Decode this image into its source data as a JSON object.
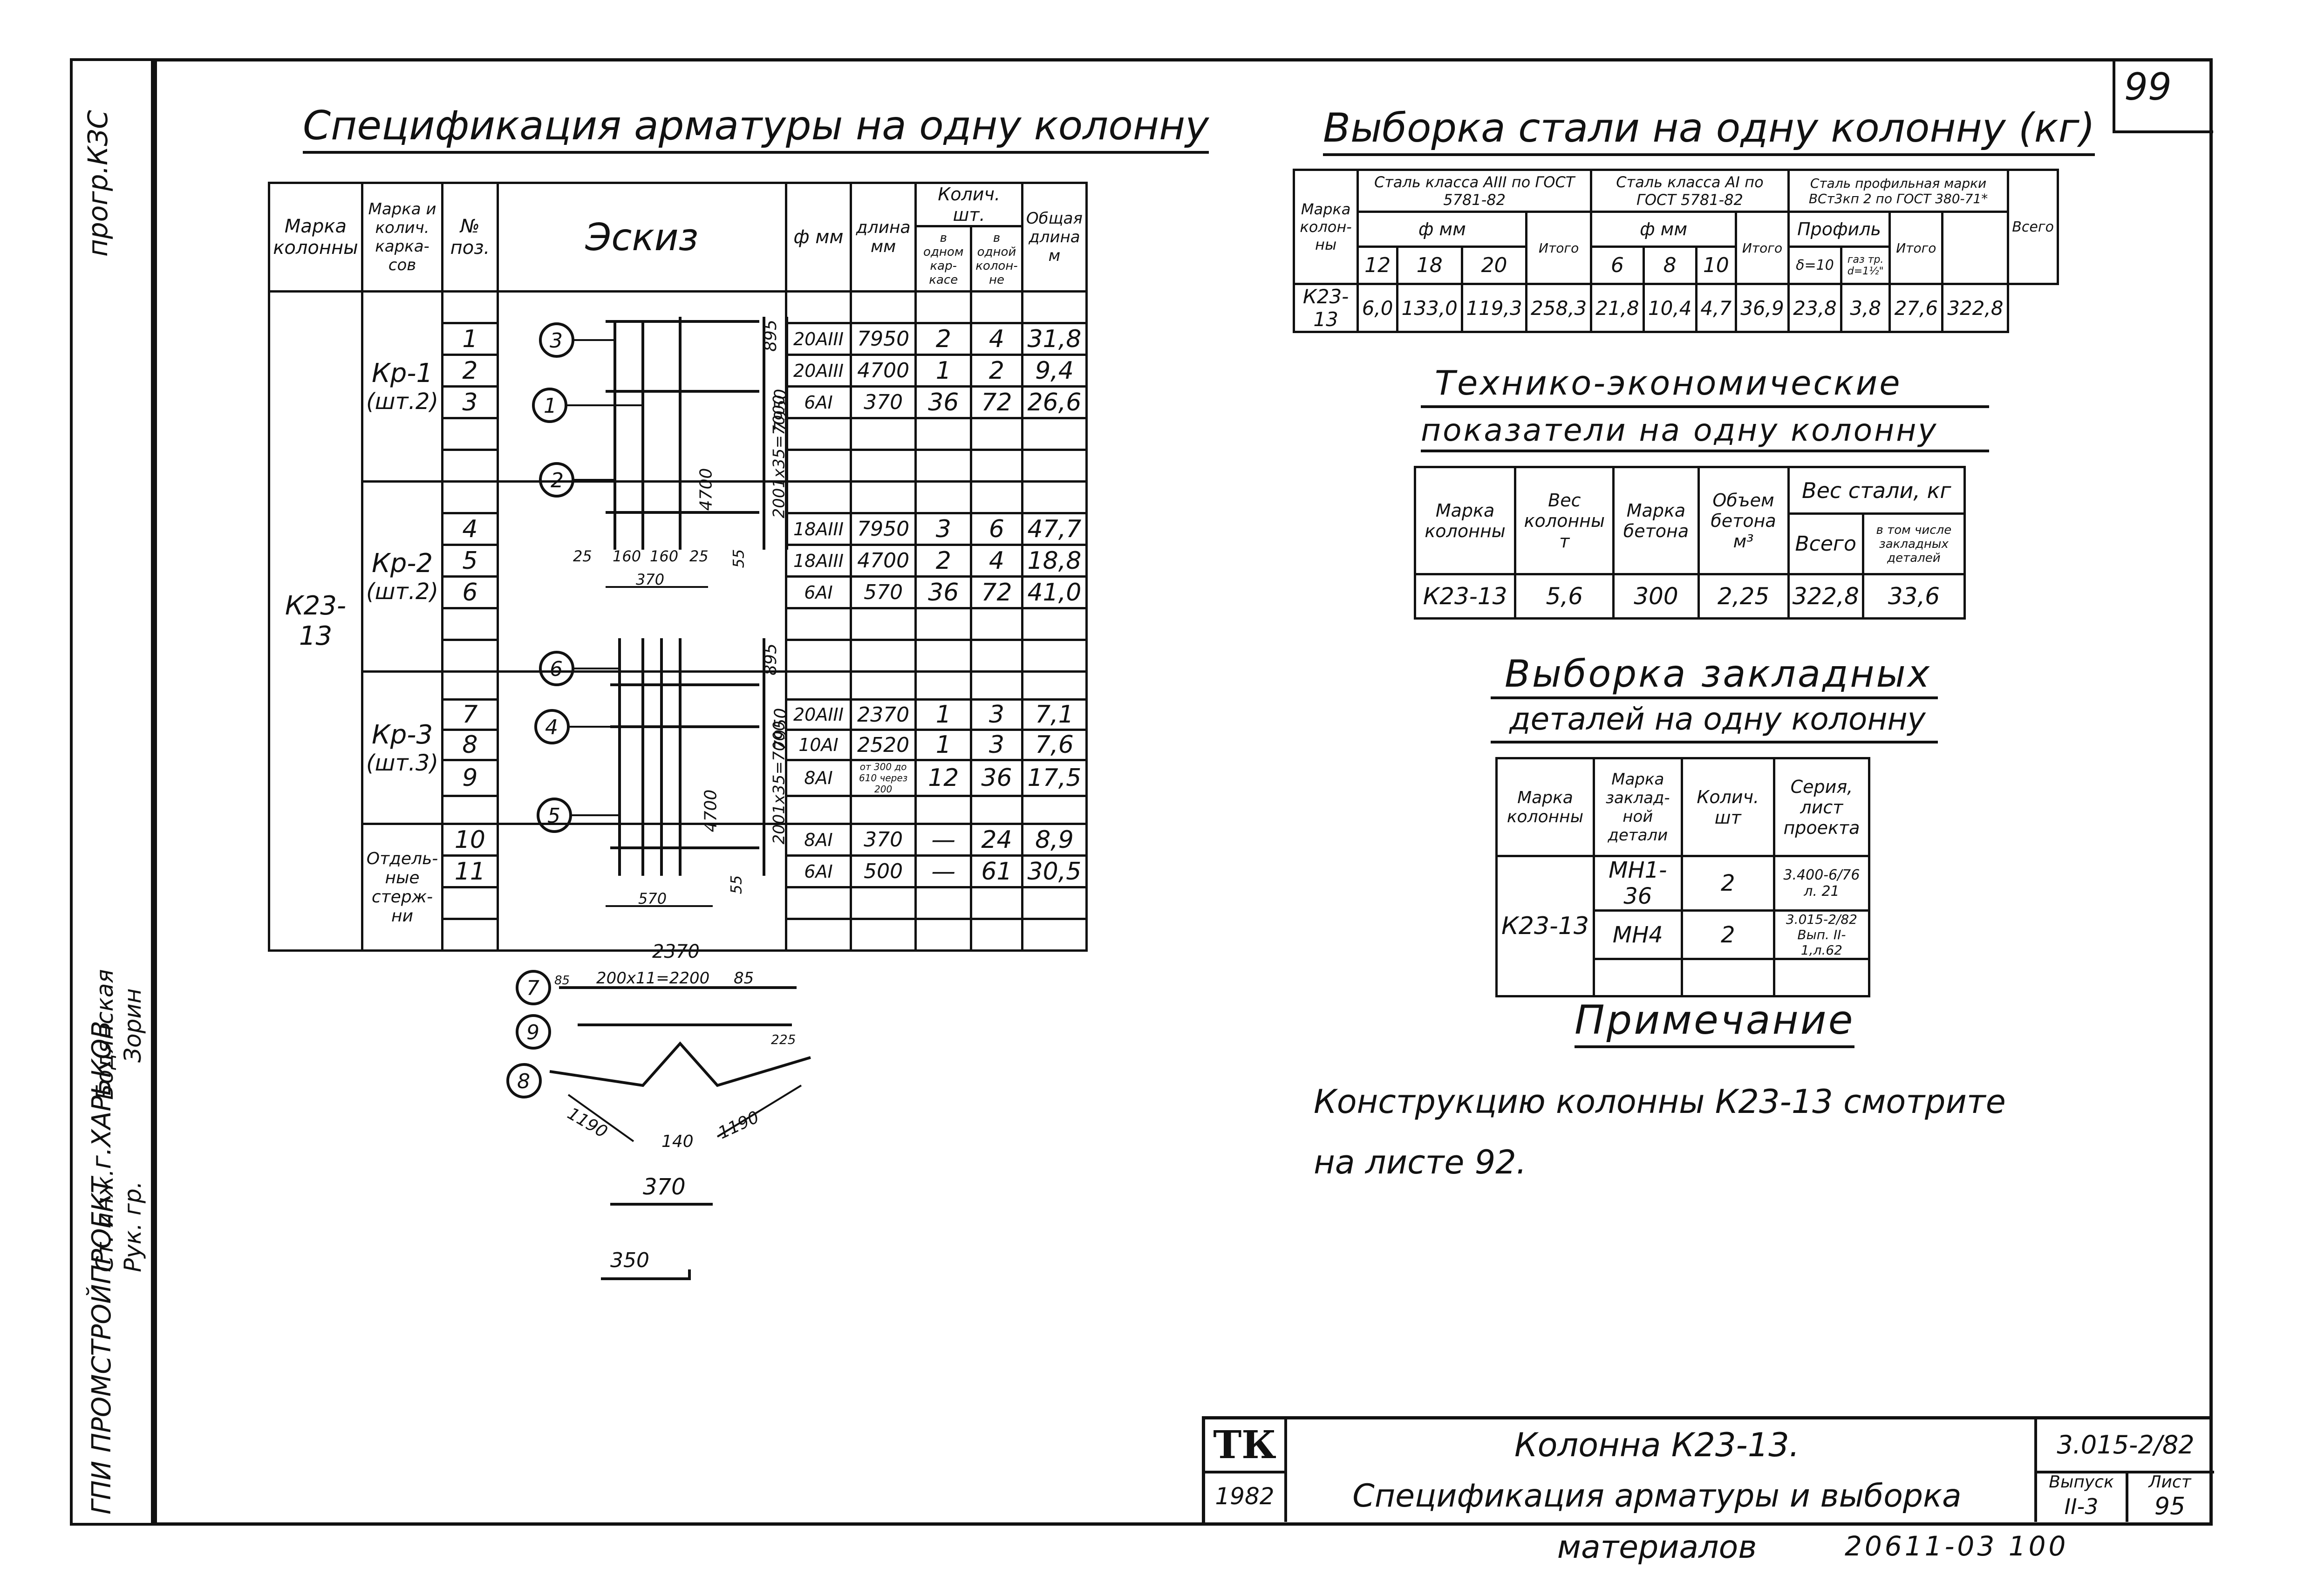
{
  "page_number": "99",
  "stamp_bottom": "20611-03   100",
  "side": {
    "top": "прогр.КЗС",
    "org": "ГПИ ПРОМСТРОЙПРОЕКТ г.ХАРЬКОВ",
    "roles": [
      "Рук. гр.",
      "Ст. инж."
    ],
    "names": [
      "Зорин",
      "Бодянская"
    ]
  },
  "spec": {
    "title": "Спецификация арматуры на одну колонну",
    "headers": {
      "mark": "Марка колонны",
      "frame_mark": "Марка и колич. карка-сов",
      "pos": "№ поз.",
      "sketch": "Эскиз",
      "phi": "ф мм",
      "length": "длина мм",
      "qty": "Колич. шт.",
      "qty_frame": "в одном кар-касе",
      "qty_col": "в одной колон-не",
      "total_len": "Общая длина м"
    },
    "column_mark": "К23-13",
    "groups": [
      {
        "frame": "Кр-1",
        "count": "(шт.2)",
        "rows": [
          {
            "pos": "1",
            "phi": "20АIII",
            "len": "7950",
            "qf": "2",
            "qc": "4",
            "tot": "31,8"
          },
          {
            "pos": "2",
            "phi": "20АIII",
            "len": "4700",
            "qf": "1",
            "qc": "2",
            "tot": "9,4"
          },
          {
            "pos": "3",
            "phi": "6АI",
            "len": "370",
            "qf": "36",
            "qc": "72",
            "tot": "26,6"
          }
        ]
      },
      {
        "frame": "Кр-2",
        "count": "(шт.2)",
        "rows": [
          {
            "pos": "4",
            "phi": "18АIII",
            "len": "7950",
            "qf": "3",
            "qc": "6",
            "tot": "47,7"
          },
          {
            "pos": "5",
            "phi": "18АIII",
            "len": "4700",
            "qf": "2",
            "qc": "4",
            "tot": "18,8"
          },
          {
            "pos": "6",
            "phi": "6АI",
            "len": "570",
            "qf": "36",
            "qc": "72",
            "tot": "41,0"
          }
        ]
      },
      {
        "frame": "Кр-3",
        "count": "(шт.3)",
        "rows": [
          {
            "pos": "7",
            "phi": "20АIII",
            "len": "2370",
            "qf": "1",
            "qc": "3",
            "tot": "7,1"
          },
          {
            "pos": "8",
            "phi": "10АI",
            "len": "2520",
            "qf": "1",
            "qc": "3",
            "tot": "7,6"
          },
          {
            "pos": "9",
            "phi": "8АI",
            "len": "от 300 до 610 через 200",
            "qf": "12",
            "qc": "36",
            "tot": "17,5"
          }
        ]
      },
      {
        "frame": "Отдель-ные стерж-ни",
        "count": "",
        "rows": [
          {
            "pos": "10",
            "phi": "8АI",
            "len": "370",
            "qf": "—",
            "qc": "24",
            "tot": "8,9"
          },
          {
            "pos": "11",
            "phi": "6АI",
            "len": "500",
            "qf": "—",
            "qc": "61",
            "tot": "30,5"
          }
        ]
      }
    ],
    "sketch_dims": {
      "kr1": [
        "895",
        "2001х35=7000",
        "7950",
        "4700",
        "25",
        "160",
        "160",
        "25",
        "370",
        "55"
      ],
      "kr2": [
        "895",
        "2001х35=7000",
        "7950",
        "4700",
        "55",
        "570"
      ],
      "kr3": [
        "2370",
        "200х11=2200",
        "85",
        "85",
        "225",
        "1190",
        "140",
        "1190"
      ],
      "rod10": "370",
      "rod11": "350"
    }
  },
  "steel": {
    "title": "Выборка стали на одну колонну (кг)",
    "h_mark": "Марка колон-ны",
    "h_a3": "Сталь класса АIII по ГОСТ 5781-82",
    "h_a1": "Сталь класса АI по ГОСТ 5781-82",
    "h_prof": "Сталь профильная марки ВСт3кп 2 по ГОСТ 380-71*",
    "h_phi": "ф мм",
    "h_profile": "Профиль",
    "h_total": "Итого",
    "h_all": "Всего",
    "a3_d": [
      "12",
      "18",
      "20"
    ],
    "a1_d": [
      "6",
      "8",
      "10"
    ],
    "prof_d": [
      "δ=10",
      "газ тр. d=1½\""
    ],
    "row": [
      "К23-13",
      "6,0",
      "133,0",
      "119,3",
      "258,3",
      "21,8",
      "10,4",
      "4,7",
      "36,9",
      "23,8",
      "3,8",
      "27,6",
      "322,8"
    ]
  },
  "tech": {
    "title1": "Технико-экономические",
    "title2": "показатели на одну колонну",
    "h_mark": "Марка колонны",
    "h_weight": "Вес колонны т",
    "h_concrete": "Марка бетона",
    "h_volume": "Объем бетона м³",
    "h_steel": "Вес стали, кг",
    "h_all": "Всего",
    "h_emb": "в том числе закладных деталей",
    "row": [
      "К23-13",
      "5,6",
      "300",
      "2,25",
      "322,8",
      "33,6"
    ]
  },
  "embedded": {
    "title1": "Выборка закладных",
    "title2": "деталей на одну колонну",
    "h_mark": "Марка колонны",
    "h_emb": "Марка заклад-ной детали",
    "h_qty": "Колич. шт",
    "h_series": "Серия, лист проекта",
    "col": "К23-13",
    "rows": [
      {
        "mark": "МН1-36",
        "qty": "2",
        "series": "3.400-6/76 л. 21"
      },
      {
        "mark": "МН4",
        "qty": "2",
        "series": "3.015-2/82 Вып. II-1,л.62"
      }
    ]
  },
  "note": {
    "title": "Примечание",
    "text": "Конструкцию колонны К23-13 смотрите на листе 92."
  },
  "titleblock": {
    "tk": "ТК",
    "year": "1982",
    "name1": "Колонна К23-13.",
    "name2": "Спецификация арматуры и выборка материалов",
    "code": "3.015-2/82",
    "issue_label": "Выпуск",
    "issue": "II-3",
    "sheet_label": "Лист",
    "sheet": "95"
  }
}
